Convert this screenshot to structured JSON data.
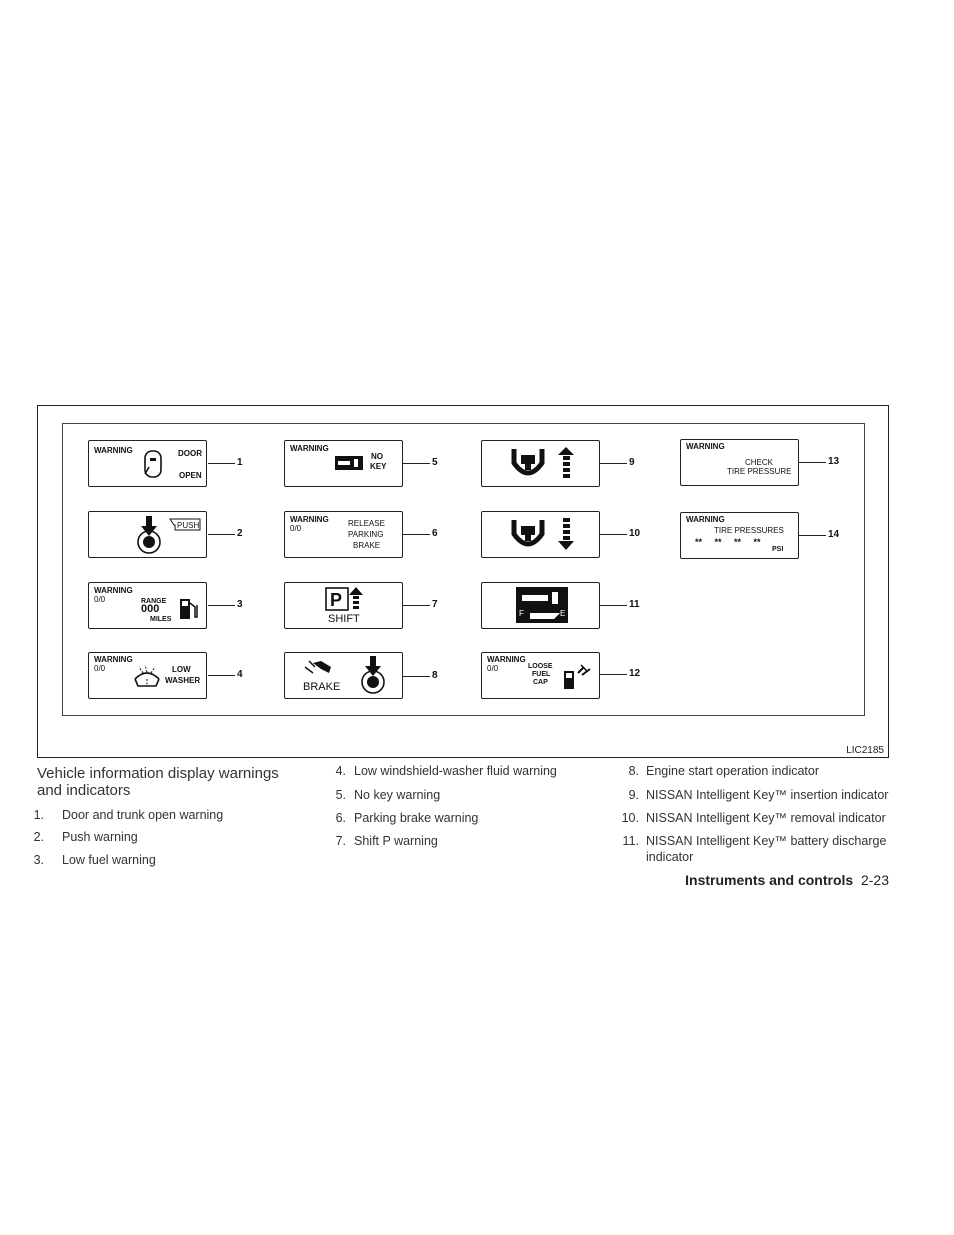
{
  "figure": {
    "code": "LIC2185",
    "panels": {
      "p1": {
        "warning": "WARNING",
        "line1": "DOOR",
        "line2": "OPEN",
        "num": "1"
      },
      "p2": {
        "push": "PUSH",
        "num": "2"
      },
      "p3": {
        "warning": "WARNING",
        "sub": "0/0",
        "range": "RANGE",
        "value": "000",
        "miles": "MILES",
        "num": "3"
      },
      "p4": {
        "warning": "WARNING",
        "sub": "0/0",
        "line1": "LOW",
        "line2": "WASHER",
        "num": "4"
      },
      "p5": {
        "warning": "WARNING",
        "line1": "NO",
        "line2": "KEY",
        "num": "5"
      },
      "p6": {
        "warning": "WARNING",
        "sub": "0/0",
        "line1": "RELEASE",
        "line2": "PARKING",
        "line3": "BRAKE",
        "num": "6"
      },
      "p7": {
        "p": "P",
        "shift": "SHIFT",
        "num": "7"
      },
      "p8": {
        "brake": "BRAKE",
        "num": "8"
      },
      "p9": {
        "num": "9"
      },
      "p10": {
        "num": "10"
      },
      "p11": {
        "f": "F",
        "e": "E",
        "num": "11"
      },
      "p12": {
        "warning": "WARNING",
        "sub": "0/0",
        "line1": "LOOSE",
        "line2": "FUEL",
        "line3": "CAP",
        "num": "12"
      },
      "p13": {
        "warning": "WARNING",
        "line1": "CHECK",
        "line2": "TIRE PRESSURE",
        "num": "13"
      },
      "p14": {
        "warning": "WARNING",
        "line1": "TIRE PRESSURES",
        "stars": "**     **     **     **",
        "psi": "PSI",
        "num": "14"
      }
    }
  },
  "section": {
    "heading": "Vehicle information display warnings and indicators",
    "col1": [
      {
        "n": "1.",
        "t": "Door and trunk open warning"
      },
      {
        "n": "2.",
        "t": "Push warning"
      },
      {
        "n": "3.",
        "t": "Low fuel warning"
      }
    ],
    "col2": [
      {
        "n": "4.",
        "t": "Low windshield-washer fluid warning"
      },
      {
        "n": "5.",
        "t": "No key warning"
      },
      {
        "n": "6.",
        "t": "Parking brake warning"
      },
      {
        "n": "7.",
        "t": "Shift P warning"
      }
    ],
    "col3": [
      {
        "n": "8.",
        "t": "Engine start operation indicator"
      },
      {
        "n": "9.",
        "t": "NISSAN Intelligent Key™ insertion indicator"
      },
      {
        "n": "10.",
        "t": "NISSAN Intelligent Key™ removal indicator"
      },
      {
        "n": "11.",
        "t": "NISSAN Intelligent Key™ battery discharge indicator"
      }
    ]
  },
  "footer": {
    "section": "Instruments and controls",
    "page": "2-23"
  },
  "icons": [
    "door-icon",
    "start-button-icon",
    "fuel-pump-icon",
    "washer-icon",
    "key-icon",
    "up-arrow-icon",
    "down-arrow-icon",
    "foot-brake-icon",
    "key-slot-icon",
    "battery-key-icon",
    "fuel-cap-icon"
  ]
}
